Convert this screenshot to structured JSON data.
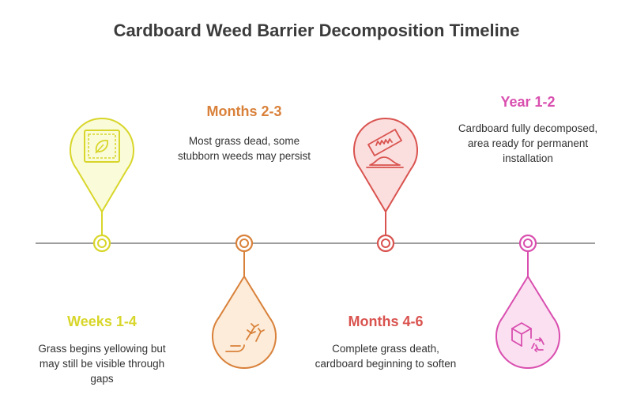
{
  "title": "Cardboard Weed Barrier Decomposition Timeline",
  "colors": {
    "line": "#9e9e9e",
    "weeks": "#d8d62a",
    "months23": "#d9813a",
    "months46": "#d9534f",
    "year": "#d94faf"
  },
  "stages": [
    {
      "label": "Weeks 1-4",
      "description": "Grass begins yellowing but may still be visible through gaps",
      "icon": "leaf-in-frame-icon"
    },
    {
      "label": "Months 2-3",
      "description": "Most grass dead, some stubborn weeds may persist",
      "icon": "wilting-plant-icon"
    },
    {
      "label": "Months 4-6",
      "description": "Complete grass death, cardboard beginning to soften",
      "icon": "cardboard-soften-icon"
    },
    {
      "label": "Year 1-2",
      "description": "Cardboard fully decomposed, area ready for permanent installation",
      "icon": "box-recycle-icon"
    }
  ]
}
